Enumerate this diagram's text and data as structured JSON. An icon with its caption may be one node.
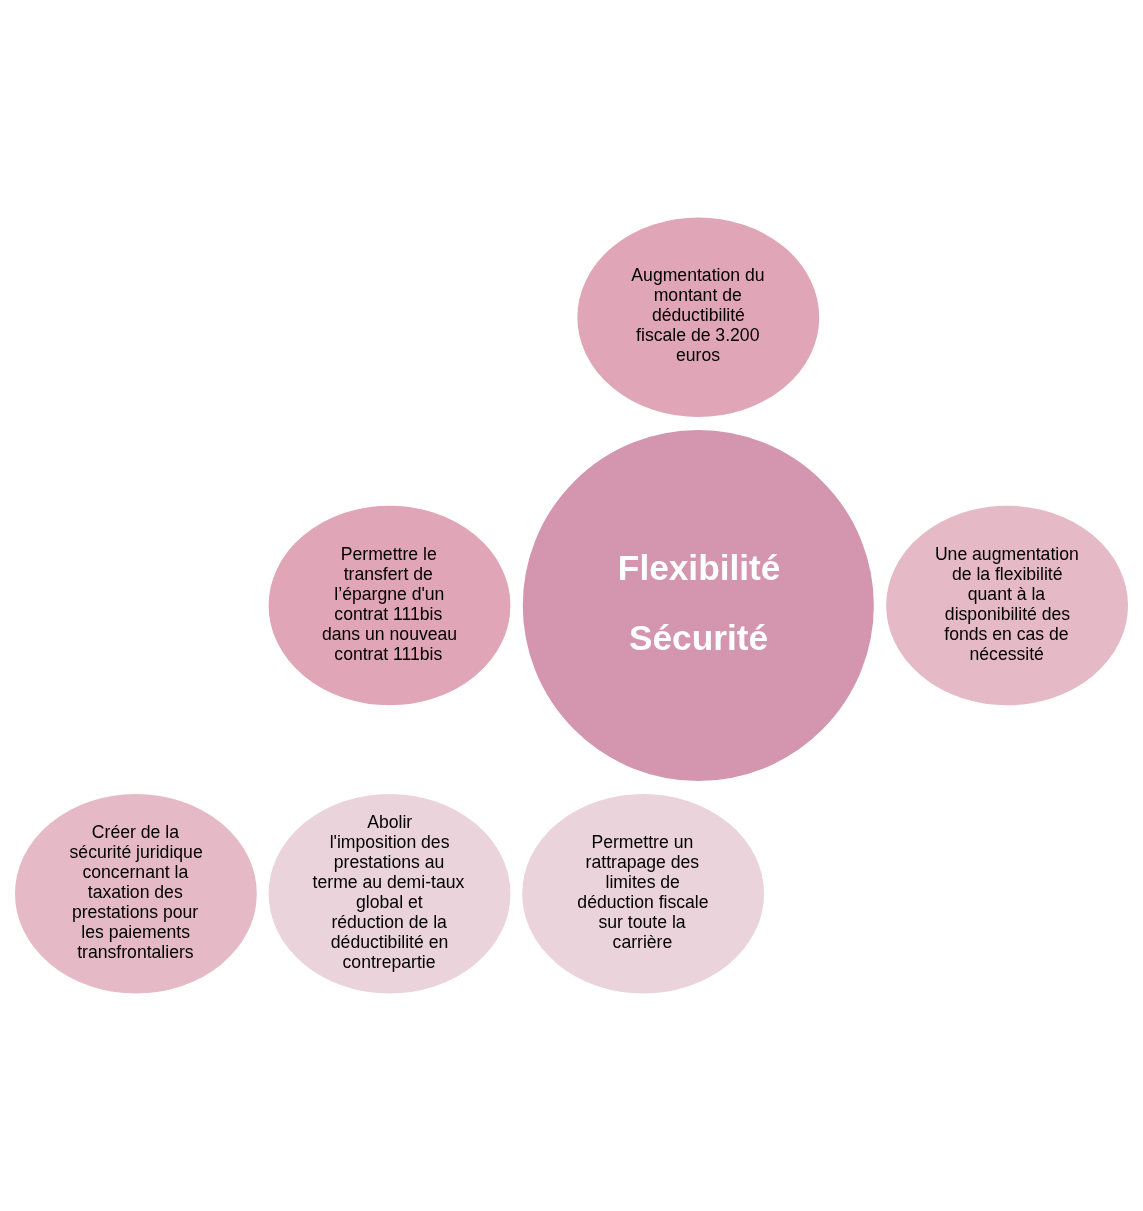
{
  "diagram": {
    "nodes": [
      {
        "text": [
          "Flexibilité",
          "Sécurité"
        ]
      },
      {
        "text": [
          "Augmentation du montant de déductibilité fiscale de 3.200 euros"
        ]
      },
      {
        "text": [
          "Une augmentation de la flexibilité quant à la disponibilité des fonds en cas de nécessité"
        ]
      },
      {
        "text": [
          "Permettre un rattrapage des limites de déduction fiscale sur toute la carrière"
        ]
      },
      {
        "text": [
          "Abolir l'imposition des prestations au terme au demi-taux global et réduction de la déductibilité en contrepartie"
        ]
      },
      {
        "text": [
          "Créer de la sécurité juridique concernant la taxation des prestations pour les paiements transfrontaliers"
        ]
      },
      {
        "text": [
          "Permettre le transfert de l’épargne d'un contrat 111bis dans un nouveau contrat 111bis"
        ]
      }
    ]
  }
}
